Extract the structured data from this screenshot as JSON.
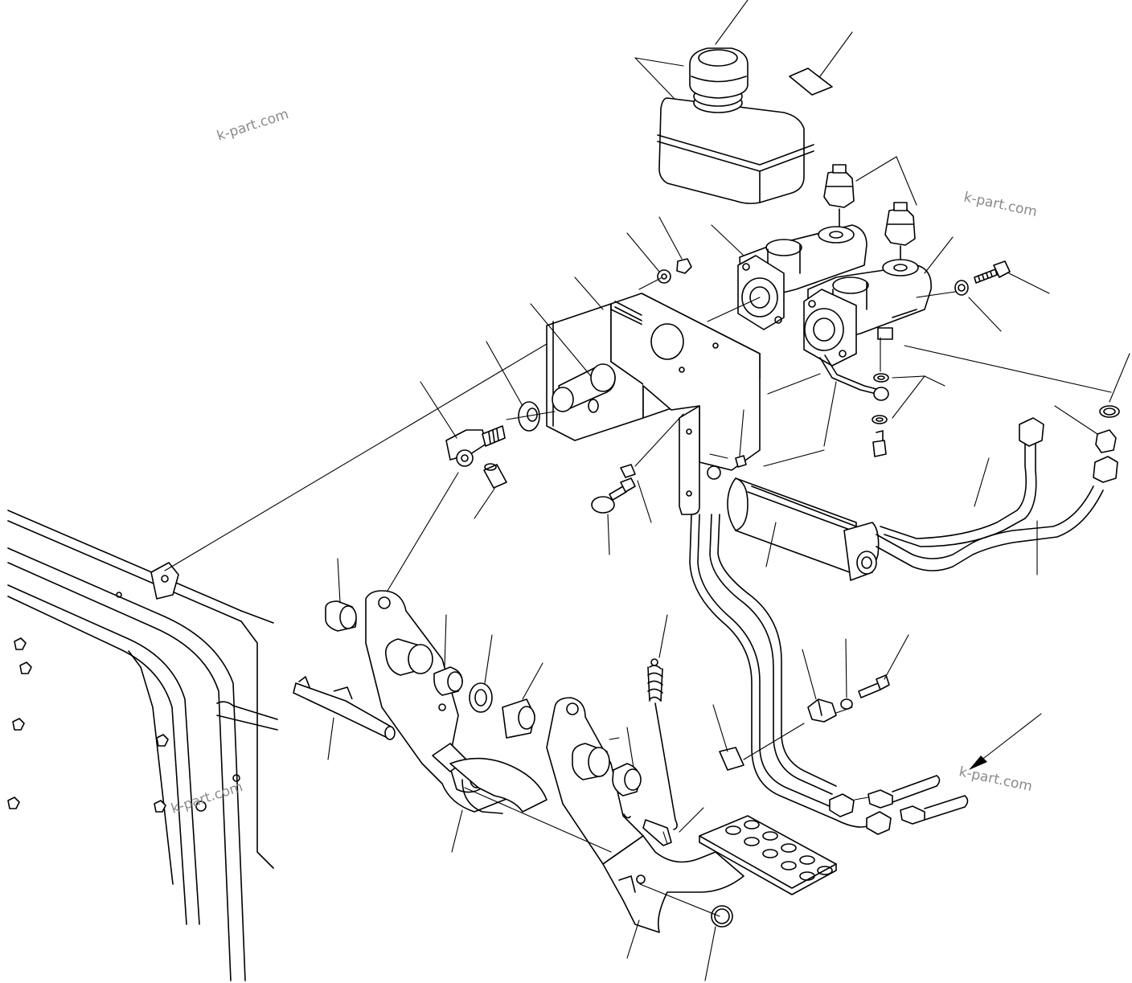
{
  "watermarks": [
    "k-part.com",
    "k-part.com",
    "k-part.com",
    "k-part.com"
  ]
}
